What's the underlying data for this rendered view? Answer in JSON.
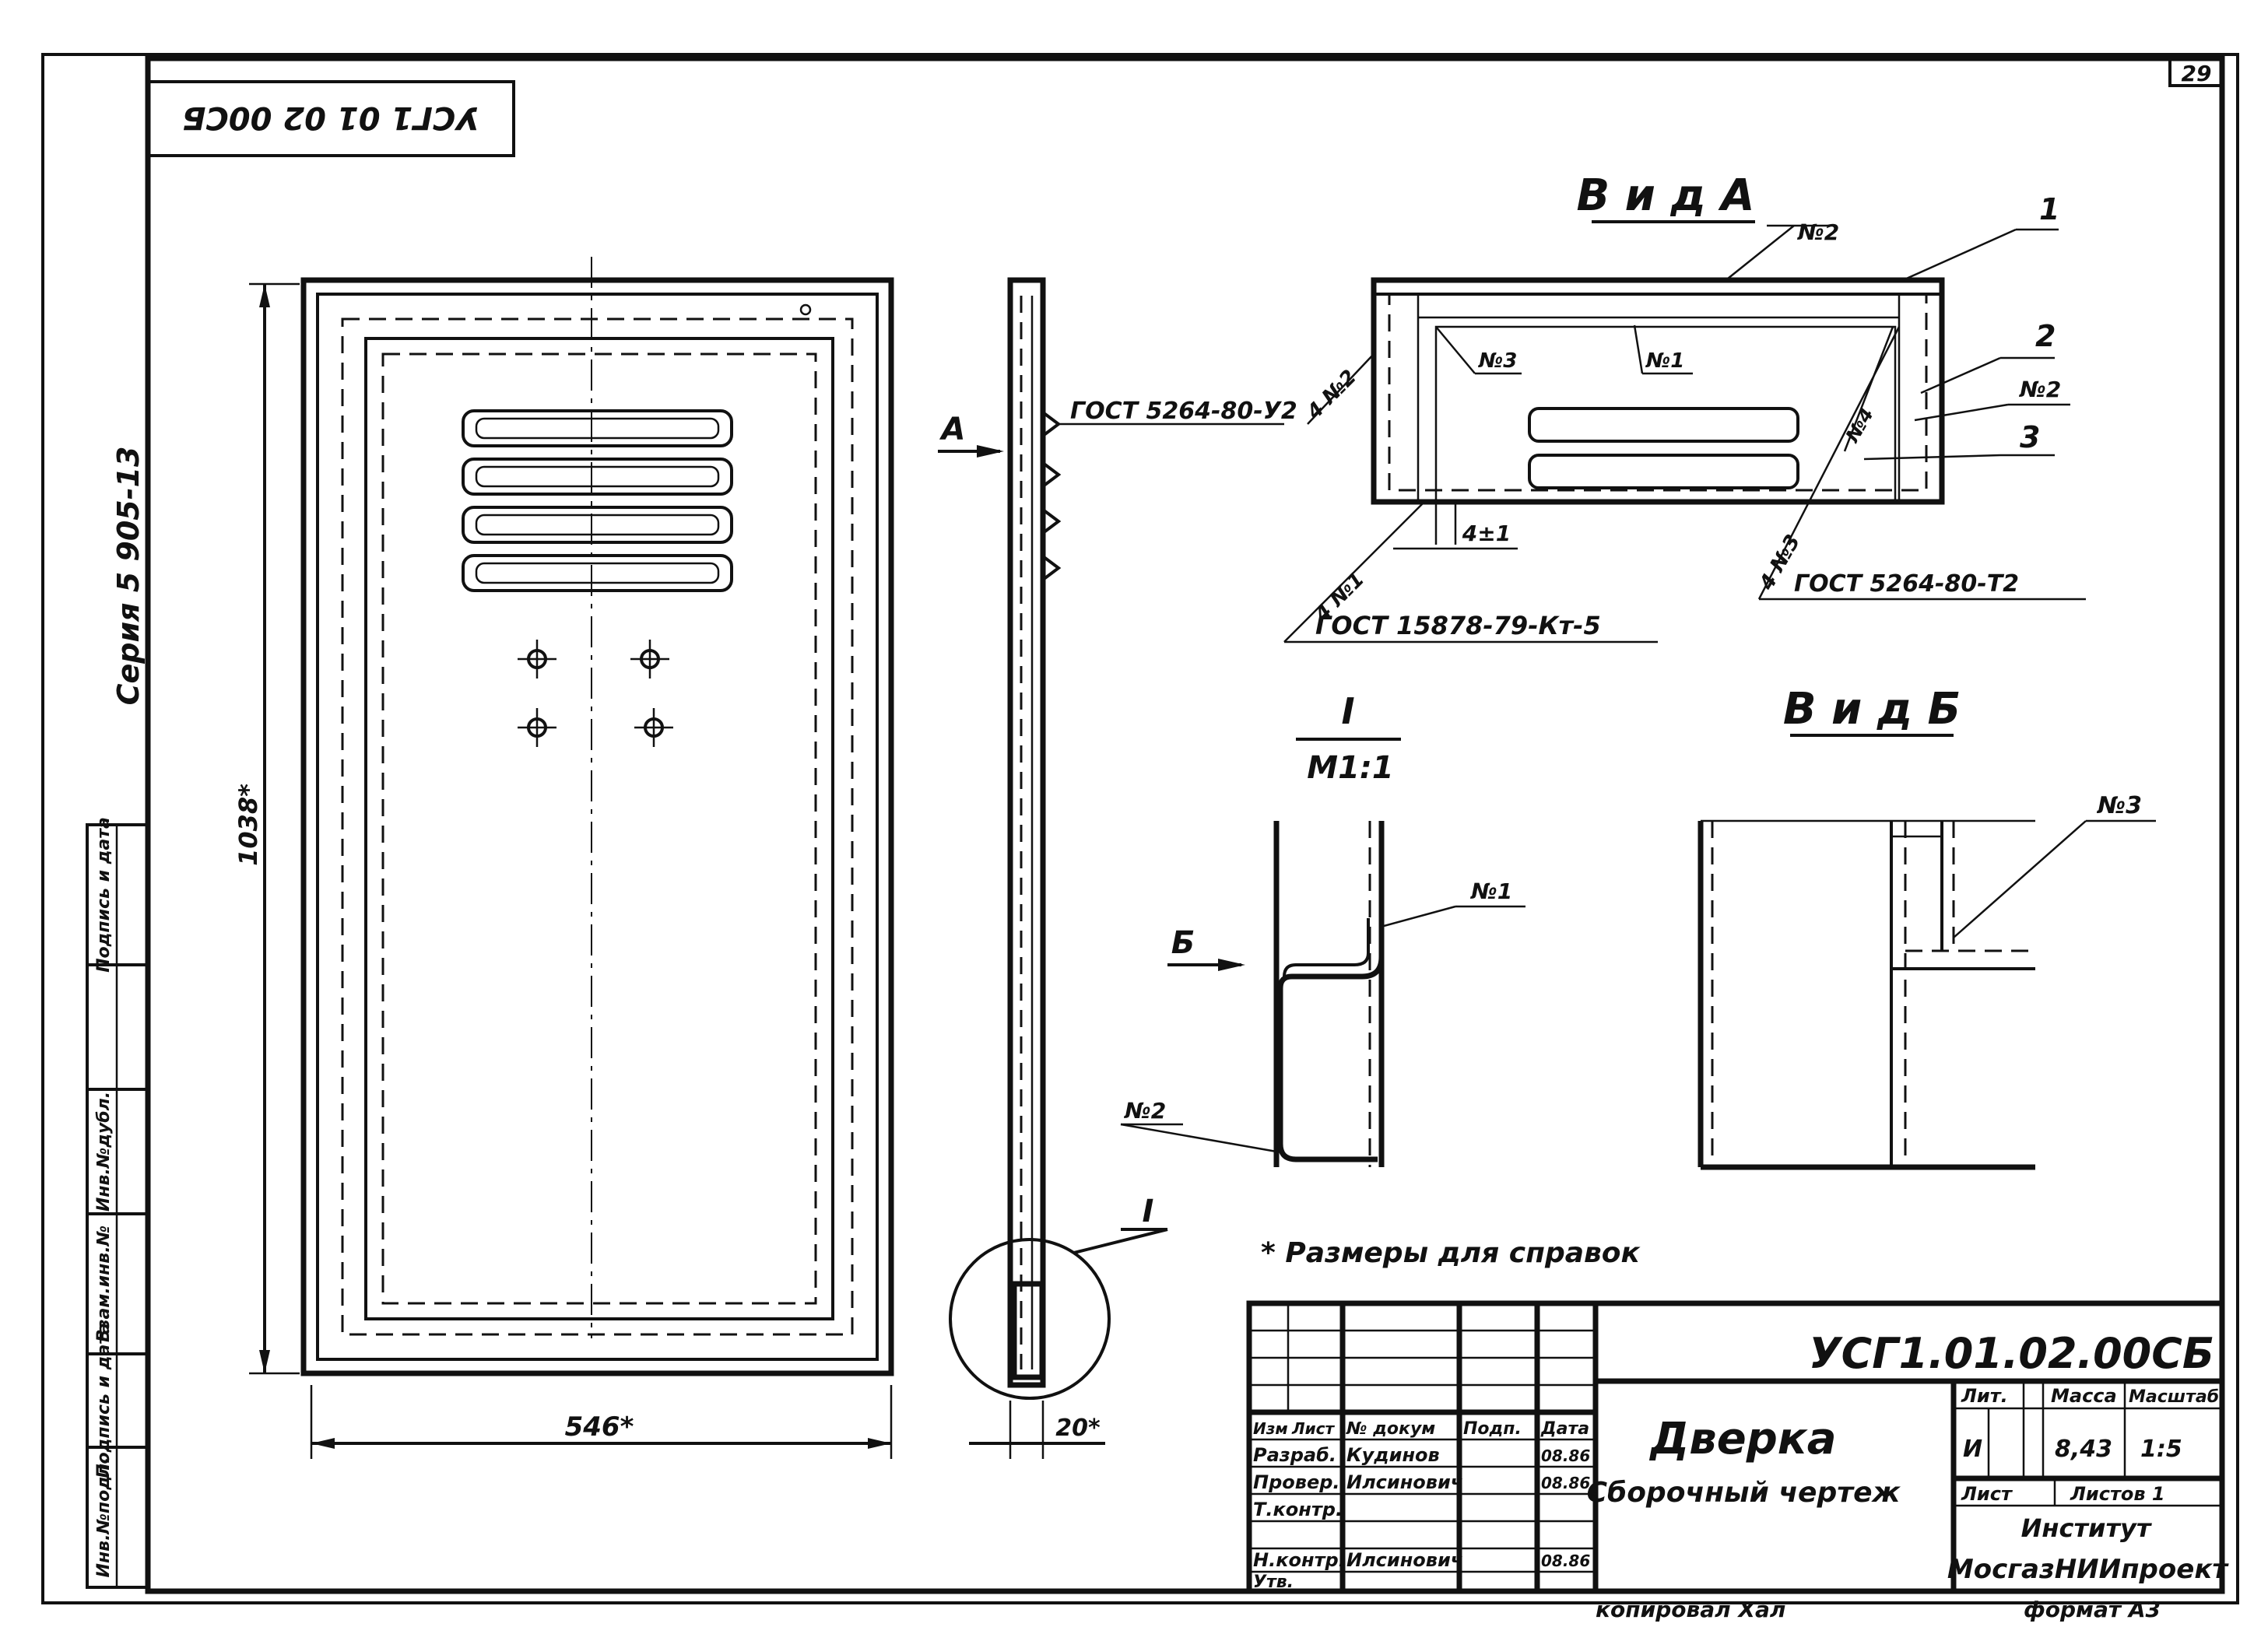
{
  "sheet": {
    "sheet_number": "29",
    "rotated_code": "УСГ1 01 02 00СБ",
    "series": "Серия 5 905-13",
    "footnote": "* Размеры для справок",
    "copied_by": "копировал Хал",
    "format": "формат А3"
  },
  "views": {
    "view_a_title": "В и д А",
    "view_b_title": "В и д Б",
    "detail_title": "I",
    "detail_scale": "М1:1",
    "arrow_a": "А",
    "arrow_b": "Б",
    "detail_callout": "I"
  },
  "dimensions": {
    "height": "1038*",
    "width": "546*",
    "thickness": "20*",
    "gap": "4±1"
  },
  "labels": {
    "gost_1": "ГОСТ 5264-80-У2",
    "gost_2": "ГОСТ 5264-80-Т2",
    "gost_3": "ГОСТ 15878-79-Кт-5",
    "n2_top": "№2",
    "n1": "№1",
    "n3": "№3",
    "n4": "№4",
    "n2_right": "№2",
    "weld_4n2": "4 №2",
    "weld_4n1": "4 №1",
    "weld_4n3": "4 №3",
    "pos1": "1",
    "pos2": "2",
    "pos3": "3",
    "detail_n1": "№1",
    "detail_n2": "№2",
    "view_b_n3": "№3"
  },
  "title_block": {
    "code": "УСГ1.01.02.00СБ",
    "name": "Дверка",
    "doc_type": "Сборочный чертеж",
    "head_izm": "Изм",
    "head_list": "Лист",
    "head_doc": "№ докум",
    "head_sign": "Подп.",
    "head_date": "Дата",
    "role_1": "Разраб.",
    "name_1": "Кудинов",
    "date_1": "08.86",
    "role_2": "Провер.",
    "name_2": "Илсинович",
    "date_2": "08.86",
    "role_3": "Т.контр.",
    "role_4": "Н.контр.",
    "name_4": "Илсинович",
    "date_4": "08.86",
    "role_5": "Утв.",
    "lit_head": "Лит.",
    "mass_head": "Масса",
    "scale_head": "Масштаб",
    "lit_value": "И",
    "mass_value": "8,43",
    "scale_value": "1:5",
    "sheet_label": "Лист",
    "sheets_label": "Листов 1",
    "org_1": "Институт",
    "org_2": "МосгазНИИпроект"
  },
  "side_stamp": {
    "c1": "Инв.№подл.",
    "c2": "Подпись и дата",
    "c3": "Взам.инв.№",
    "c4": "Инв.№дубл.",
    "c5": "Подпись и дата"
  }
}
